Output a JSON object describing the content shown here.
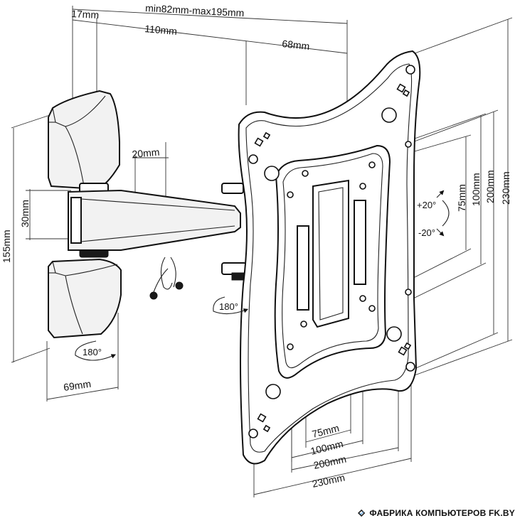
{
  "dimensions": {
    "range": "min82mm-max195mm",
    "d17": "17mm",
    "d110": "110mm",
    "d68": "68mm",
    "d20": "20mm",
    "d30": "30mm",
    "d155": "155mm",
    "d69": "69mm",
    "d75v": "75mm",
    "d100v": "100mm",
    "d200v": "200mm",
    "d230v": "230mm",
    "d75h": "75mm",
    "d100h": "100mm",
    "d200h": "200mm",
    "d230h": "230mm"
  },
  "angles": {
    "tilt_up": "+20°",
    "tilt_down": "-20°",
    "swivel_arm": "180°",
    "swivel_wall": "180°"
  },
  "logo": {
    "text": "ФАБРИКА КОМПЬЮТЕРОВ FK.BY"
  }
}
